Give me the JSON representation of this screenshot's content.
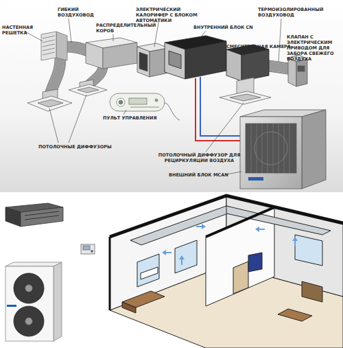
{
  "diagram": {
    "labels": [
      "НАСТЕННАЯ РЕШЕТКА",
      "ГИБКИЙ ВОЗДУХОВОД",
      "РАСПРЕДЕЛИТЕЛЬНЫЙ КОРОБ",
      "ЭЛЕКТРИЧЕСКИЙ КАЛОРИФЕР С БЛОКОМ АВТОМАТИКИ",
      "ВНУТРЕННИЙ БЛОК CN",
      "СМЕСИТЕЛЬНАЯ КАМЕРА",
      "ТЕРМОИЗОЛИРОВАННЫЙ ВОЗДУХОВОД",
      "КЛАПАН С ЭЛЕКТРИЧЕСКИМ ПРИВОДОМ ДЛЯ ЗАБОРА СВЕЖЕГО ВОЗДУХА",
      "ПОТОЛОЧНЫЕ ДИФФУЗОРЫ",
      "ПУЛЬТ УПРАВЛЕНИЯ",
      "ПОТОЛОЧНЫЙ ДИФФУЗОР ДЛЯ РЕЦИРКУЛЯЦИИ ВОЗДУХА",
      "ВНЕШНИЙ БЛОК MCAN"
    ]
  }
}
